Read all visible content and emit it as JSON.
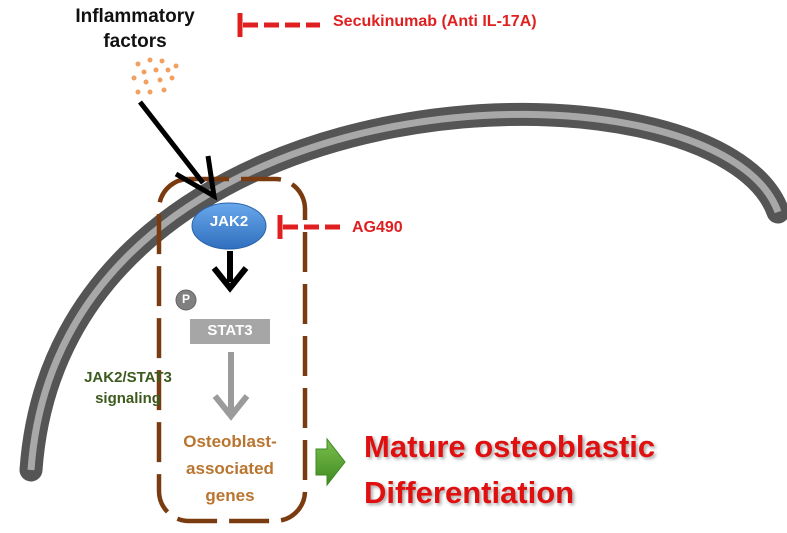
{
  "labels": {
    "inflammatory": "Inflammatory\nfactors",
    "secukinumab": "Secukinumab (Anti IL-17A)",
    "ag490": "AG490",
    "jak2": "JAK2",
    "phospho": "P",
    "stat3": "STAT3",
    "signaling": "JAK2/STAT3\nsignaling",
    "genes": "Osteoblast-\nassociated\ngenes",
    "outcome": "Mature osteoblastic\nDifferentiation"
  },
  "colors": {
    "inhibitor_red": "#e02020",
    "outcome_red": "#e01010",
    "jak2_blue": "#3a82d4",
    "stat3_gray": "#a6a6a6",
    "pathway_green": "#3d5a1e",
    "genes_brown": "#b9752f",
    "box_brown": "#7a3b10",
    "arrow_green": "#5aa832",
    "membrane_dark": "#555555",
    "membrane_light": "#a8a8a8",
    "particle_orange": "#f0a060"
  }
}
